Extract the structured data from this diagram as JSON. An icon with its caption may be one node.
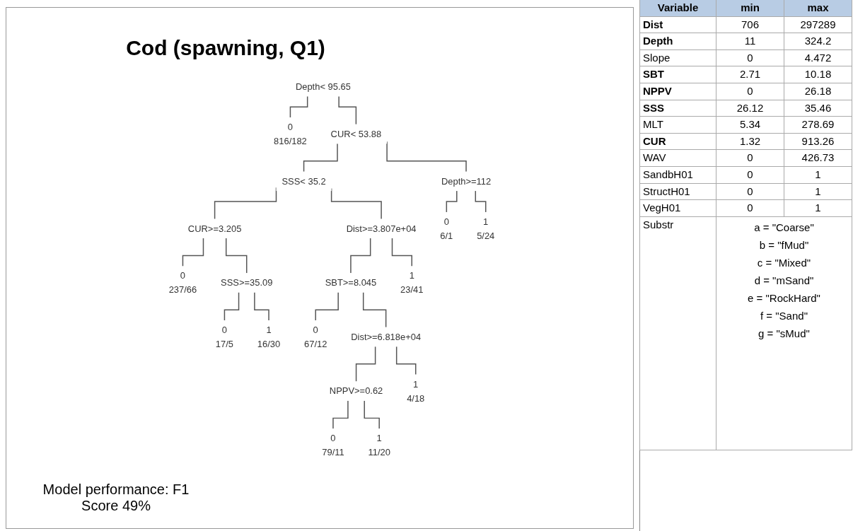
{
  "diagram": {
    "title": "Cod (spawning, Q1)",
    "nodes": [
      {
        "text": [
          "Depth< 95.65"
        ]
      },
      {
        "text": [
          "0",
          "816/182"
        ]
      },
      {
        "text": [
          "CUR< 53.88"
        ]
      },
      {
        "text": [
          "SSS< 35.2"
        ]
      },
      {
        "text": [
          "Depth>=112"
        ]
      },
      {
        "text": [
          "CUR>=3.205"
        ]
      },
      {
        "text": [
          "Dist>=3.807e+04"
        ]
      },
      {
        "text": [
          "0",
          "6/1"
        ]
      },
      {
        "text": [
          "1",
          "5/24"
        ]
      },
      {
        "text": [
          "0",
          "237/66"
        ]
      },
      {
        "text": [
          "SSS>=35.09"
        ]
      },
      {
        "text": [
          "SBT>=8.045"
        ]
      },
      {
        "text": [
          "1",
          "23/41"
        ]
      },
      {
        "text": [
          "0",
          "17/5"
        ]
      },
      {
        "text": [
          "1",
          "16/30"
        ]
      },
      {
        "text": [
          "0",
          "67/12"
        ]
      },
      {
        "text": [
          "Dist>=6.818e+04"
        ]
      },
      {
        "text": [
          "NPPV>=0.62"
        ]
      },
      {
        "text": [
          "1",
          "4/18"
        ]
      },
      {
        "text": [
          "0",
          "79/11"
        ]
      },
      {
        "text": [
          "1",
          "11/20"
        ]
      }
    ],
    "edges": [
      {
        "from": 0,
        "to": 1,
        "arrow": "none"
      },
      {
        "from": 0,
        "to": 2,
        "arrow": "none"
      },
      {
        "from": 2,
        "to": 3,
        "arrow": "none"
      },
      {
        "from": 2,
        "to": 4,
        "arrow": "none"
      },
      {
        "from": 3,
        "to": 5,
        "arrow": "none"
      },
      {
        "from": 3,
        "to": 6,
        "arrow": "none"
      },
      {
        "from": 4,
        "to": 7,
        "arrow": "none"
      },
      {
        "from": 4,
        "to": 8,
        "arrow": "none"
      },
      {
        "from": 5,
        "to": 9,
        "arrow": "none"
      },
      {
        "from": 5,
        "to": 10,
        "arrow": "none"
      },
      {
        "from": 6,
        "to": 11,
        "arrow": "none"
      },
      {
        "from": 6,
        "to": 12,
        "arrow": "none"
      },
      {
        "from": 10,
        "to": 13,
        "arrow": "none"
      },
      {
        "from": 10,
        "to": 14,
        "arrow": "none"
      },
      {
        "from": 11,
        "to": 15,
        "arrow": "none"
      },
      {
        "from": 11,
        "to": 16,
        "arrow": "none"
      },
      {
        "from": 16,
        "to": 17,
        "arrow": "none"
      },
      {
        "from": 16,
        "to": 18,
        "arrow": "none"
      },
      {
        "from": 17,
        "to": 19,
        "arrow": "none"
      },
      {
        "from": 17,
        "to": 20,
        "arrow": "none"
      }
    ],
    "labels": [
      "Variable",
      "min",
      "max",
      "Dist",
      "706",
      "297289",
      "Depth",
      "11",
      "324.2",
      "Slope",
      "0",
      "4.472",
      "SBT",
      "2.71",
      "10.18",
      "NPPV",
      "0",
      "26.18",
      "SSS",
      "26.12",
      "35.46",
      "MLT",
      "5.34",
      "278.69",
      "CUR",
      "1.32",
      "913.26",
      "WAV",
      "0",
      "426.73",
      "SandbH01",
      "0",
      "1",
      "StructH01",
      "0",
      "1",
      "VegH01",
      "0",
      "1",
      "Substr",
      "a = \"Coarse\"",
      "b = \"fMud\"",
      "c = \"Mixed\"",
      "d = \"mSand\"",
      "e = \"RockHard\"",
      "f = \"Sand\"",
      "g = \"sMud\"",
      "Model performance: F1 Score 49%"
    ]
  }
}
